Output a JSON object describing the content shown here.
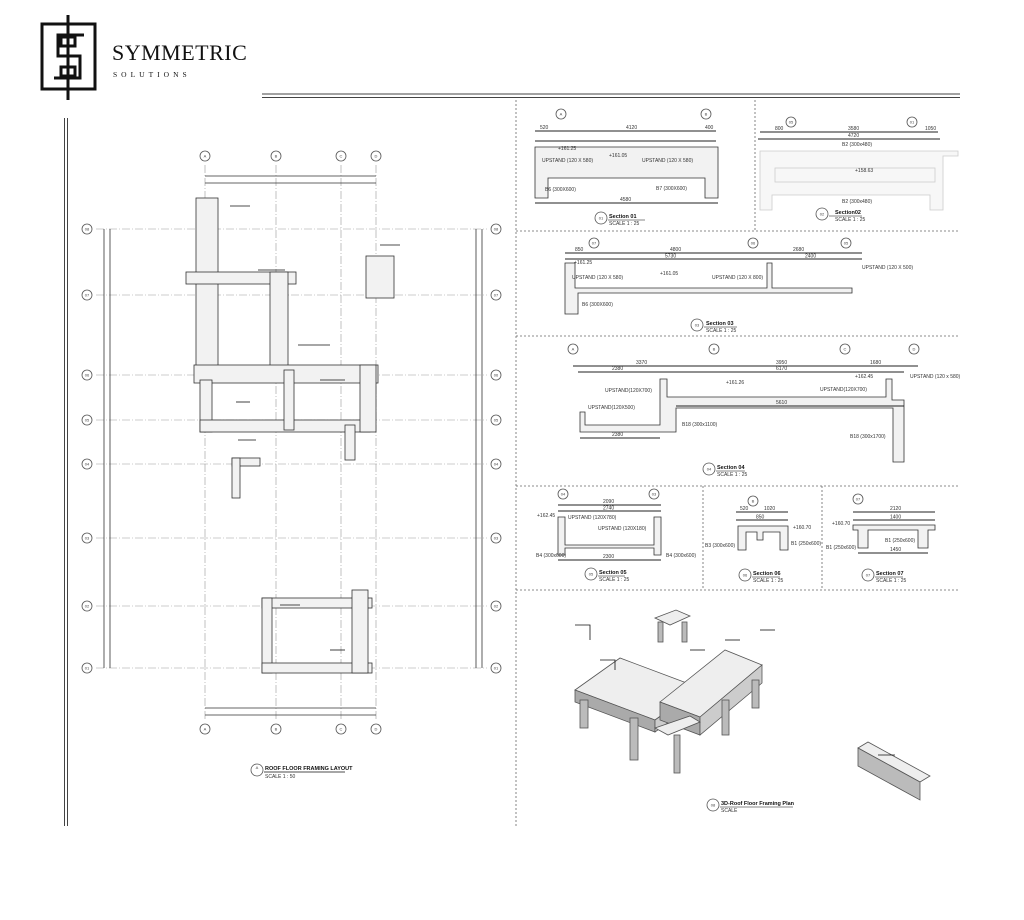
{
  "brand": {
    "name": "SYMMETRIC",
    "tagline": "SOLUTIONS"
  },
  "plan": {
    "title": "ROOF FLOOR FRAMING LAYOUT",
    "scale": "SCALE 1 : 50",
    "callout": "A",
    "column_grid": [
      "A",
      "B",
      "C",
      "D"
    ],
    "row_grid": [
      "08",
      "07",
      "06",
      "05",
      "04",
      "03",
      "02",
      "01"
    ]
  },
  "sections": [
    {
      "title": "Section 01",
      "scale": "SCALE 1 : 25",
      "callout": "01",
      "grids": [
        "A",
        "B"
      ],
      "dims": [
        "520",
        "4120",
        "400",
        "4580"
      ],
      "labels": [
        "UPSTAND (120 X 580)",
        "UPSTAND (120 X 580)",
        "B6 (300X600)",
        "B7 (300X600)",
        "+161.25",
        "+161.05"
      ]
    },
    {
      "title": "Section02",
      "scale": "SCALE 1 : 25",
      "callout": "02",
      "grids": [
        "05",
        "01"
      ],
      "dims": [
        "800",
        "3580",
        "1050",
        "4720"
      ],
      "labels": [
        "B2 (300x480)",
        "B2 (300x480)",
        "+158.63"
      ]
    },
    {
      "title": "Section 03",
      "scale": "SCALE 1 : 25",
      "callout": "03",
      "grids": [
        "07",
        "06",
        "05"
      ],
      "dims": [
        "850",
        "4800",
        "2680",
        "5730",
        "2400"
      ],
      "labels": [
        "UPSTAND (120 X 580)",
        "UPSTAND (120 X 800)",
        "UPSTAND (120 X 500)",
        "B6 (300X600)",
        "+161.25",
        "+161.05"
      ]
    },
    {
      "title": "Section 04",
      "scale": "SCALE 1 : 25",
      "callout": "04",
      "grids": [
        "A",
        "B",
        "C",
        "D"
      ],
      "dims": [
        "3370",
        "3950",
        "1680",
        "2380",
        "6170",
        "5610",
        "2380"
      ],
      "labels": [
        "UPSTAND(120X700)",
        "UPSTAND(120X700)",
        "UPSTAND (120 x 580)",
        "UPSTAND(120X500)",
        "B18 (300x1100)",
        "B18 (300x1700)",
        "+161.26",
        "+162.45"
      ]
    },
    {
      "title": "Section 05",
      "scale": "SCALE 1 : 25",
      "callout": "05",
      "grids": [
        "04",
        "03"
      ],
      "dims": [
        "2090",
        "2740",
        "2300"
      ],
      "labels": [
        "UPSTAND (120X780)",
        "UPSTAND (120X180)",
        "B4 (300x600)",
        "B4 (300x600)",
        "+162.45"
      ]
    },
    {
      "title": "Section 06",
      "scale": "SCALE 1 : 25",
      "callout": "06",
      "grids": [
        "B"
      ],
      "dims": [
        "520",
        "1020",
        "850"
      ],
      "labels": [
        "B3 (300x600)",
        "B1 (250x600)",
        "+160.70"
      ]
    },
    {
      "title": "Section 07",
      "scale": "SCALE 1 : 25",
      "callout": "07",
      "grids": [
        "07"
      ],
      "dims": [
        "2120",
        "1400",
        "1450"
      ],
      "labels": [
        "B1 (250x600)",
        "B1 (250x600)",
        "+160.70"
      ]
    }
  ],
  "view3d": {
    "title": "3D-Roof Floor Framing Plan",
    "scale": "SCALE",
    "callout": "08"
  }
}
